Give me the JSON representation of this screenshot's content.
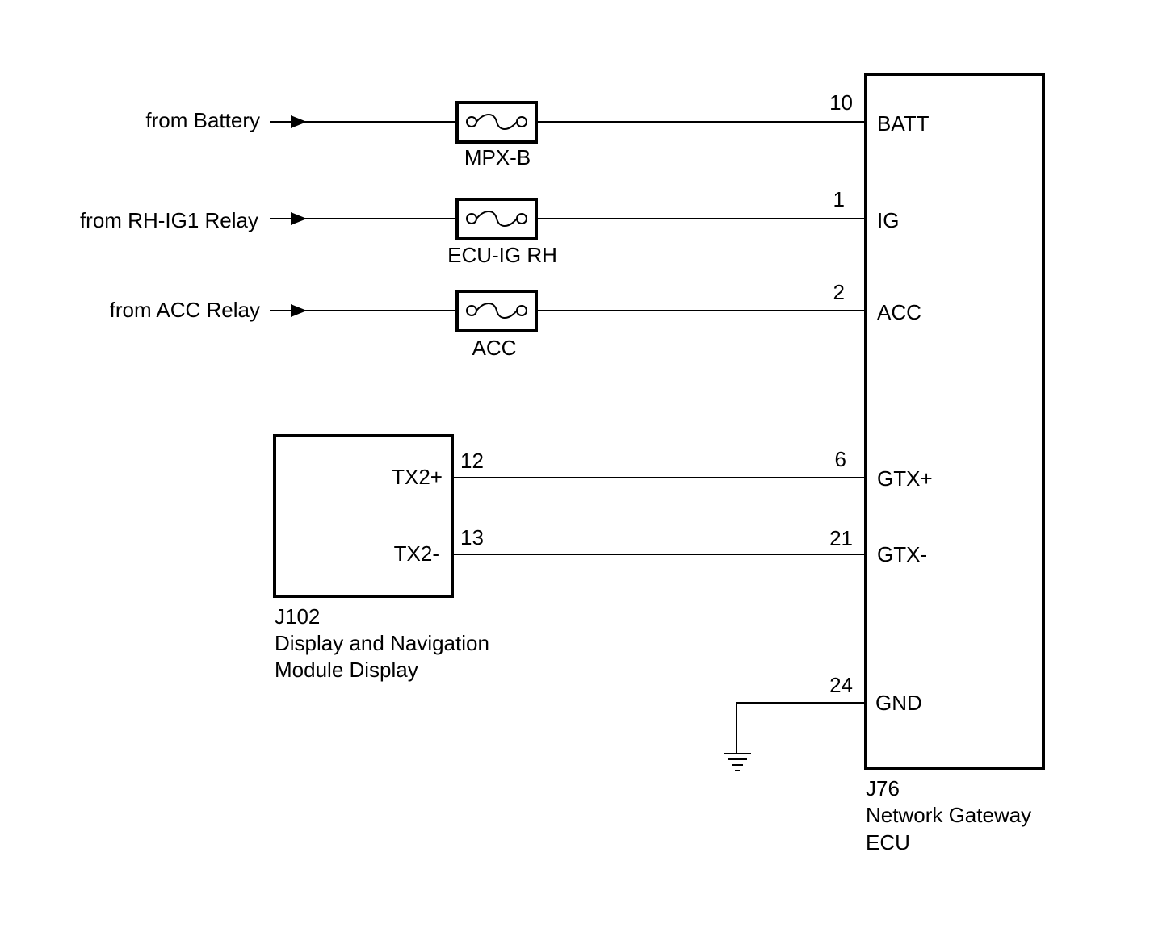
{
  "inputs": [
    {
      "source": "from Battery",
      "fuse": "MPX-B",
      "pin": "10",
      "terminal": "BATT"
    },
    {
      "source": "from RH-IG1 Relay",
      "fuse": "ECU-IG RH",
      "pin": "1",
      "terminal": "IG"
    },
    {
      "source": "from ACC Relay",
      "fuse": "ACC",
      "pin": "2",
      "terminal": "ACC"
    }
  ],
  "comm": [
    {
      "left_terminal": "TX2+",
      "left_pin": "12",
      "right_pin": "6",
      "right_terminal": "GTX+"
    },
    {
      "left_terminal": "TX2-",
      "left_pin": "13",
      "right_pin": "21",
      "right_terminal": "GTX-"
    }
  ],
  "ground": {
    "pin": "24",
    "terminal": "GND"
  },
  "j102": {
    "id": "J102",
    "name_line1": "Display and Navigation",
    "name_line2": "Module Display"
  },
  "j76": {
    "id": "J76",
    "name_line1": "Network Gateway",
    "name_line2": "ECU"
  }
}
